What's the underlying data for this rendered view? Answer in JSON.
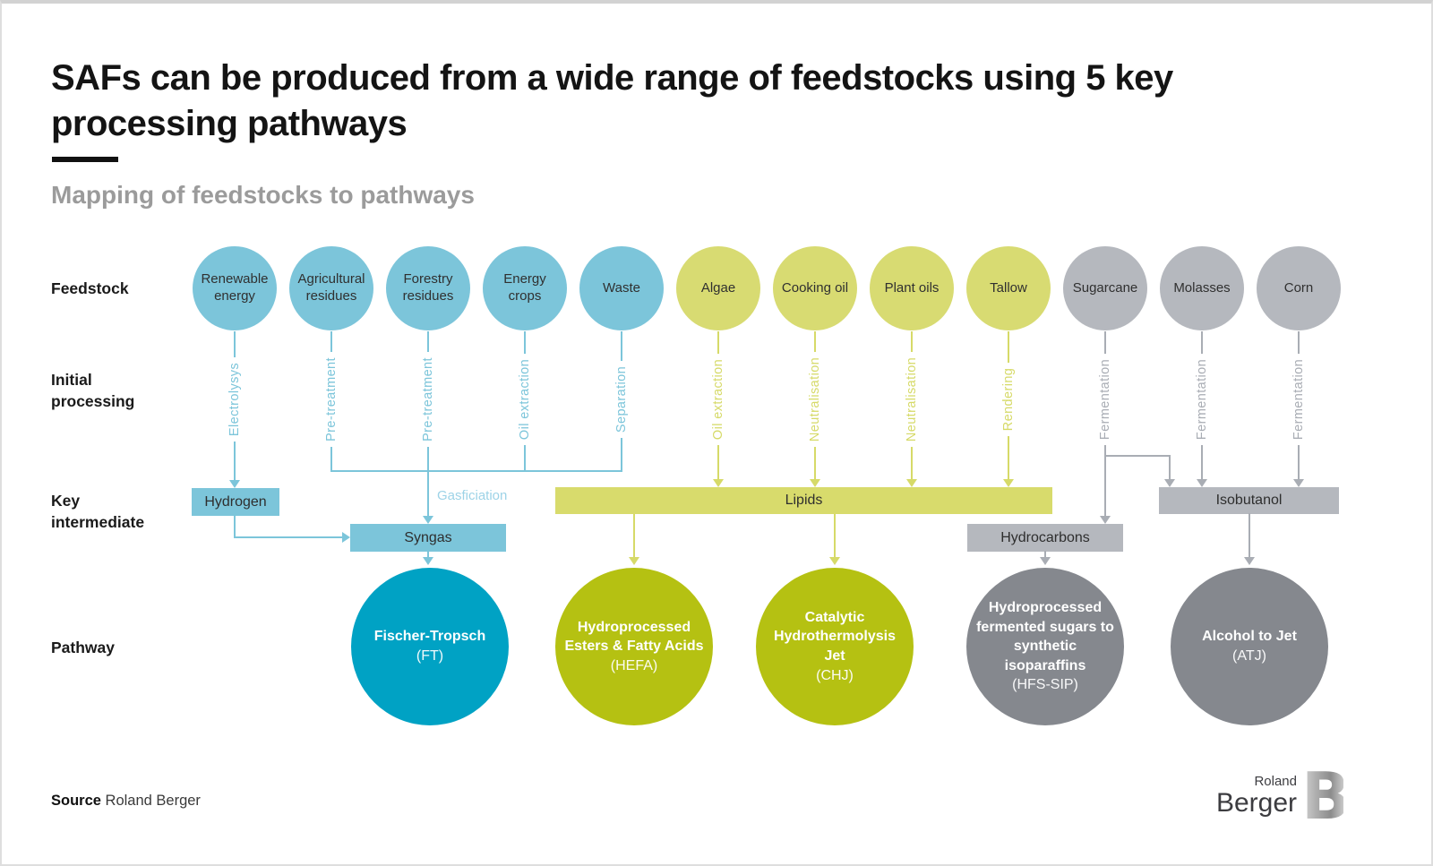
{
  "title": "SAFs can be produced from a wide range of feedstocks using 5 key processing pathways",
  "subtitle": "Mapping of feedstocks to pathways",
  "rows": {
    "feedstock": "Feedstock",
    "initial_processing": "Initial processing",
    "key_intermediate": "Key intermediate",
    "pathway": "Pathway"
  },
  "feedstocks": [
    {
      "label": "Renewable energy",
      "process": "Electrolysys",
      "group": "blue"
    },
    {
      "label": "Agricultural residues",
      "process": "Pre-treatment",
      "group": "blue"
    },
    {
      "label": "Forestry residues",
      "process": "Pre-treatment",
      "group": "blue"
    },
    {
      "label": "Energy crops",
      "process": "Oil extraction",
      "group": "blue"
    },
    {
      "label": "Waste",
      "process": "Separation",
      "group": "blue"
    },
    {
      "label": "Algae",
      "process": "Oil extraction",
      "group": "yellow"
    },
    {
      "label": "Cooking oil",
      "process": "Neutralisation",
      "group": "yellow"
    },
    {
      "label": "Plant oils",
      "process": "Neutralisation",
      "group": "yellow"
    },
    {
      "label": "Tallow",
      "process": "Rendering",
      "group": "yellow"
    },
    {
      "label": "Sugarcane",
      "process": "Fermentation",
      "group": "gray"
    },
    {
      "label": "Molasses",
      "process": "Fermentation",
      "group": "gray"
    },
    {
      "label": "Corn",
      "process": "Fermentation",
      "group": "gray"
    }
  ],
  "intermediates": {
    "hydrogen": "Hydrogen",
    "syngas": "Syngas",
    "gasification_label": "Gasficiation",
    "lipids": "Lipids",
    "hydrocarbons": "Hydrocarbons",
    "isobutanol": "Isobutanol"
  },
  "pathways": [
    {
      "name": "Fischer-Tropsch",
      "abbr": "(FT)"
    },
    {
      "name": "Hydroprocessed Esters & Fatty Acids",
      "abbr": "(HEFA)"
    },
    {
      "name": "Catalytic Hydrothermolysis Jet",
      "abbr": "(CHJ)"
    },
    {
      "name": "Hydroprocessed fermented sugars to synthetic isoparaffins",
      "abbr": "(HFS-SIP)"
    },
    {
      "name": "Alcohol to Jet",
      "abbr": "(ATJ)"
    }
  ],
  "source": {
    "label": "Source",
    "value": "Roland Berger"
  },
  "logo": {
    "line1": "Roland",
    "line2": "Berger",
    "mark": "B"
  },
  "colors": {
    "feedstock_blue": "#7cc5da",
    "feedstock_yellow": "#d8db72",
    "feedstock_gray": "#b5b8be",
    "line_yellow": "#d6da68",
    "line_gray": "#a9adb4",
    "bar_yellow": "#d8db6c",
    "pathway_teal": "#00a2c4",
    "pathway_olive": "#b5c112",
    "pathway_dark_gray": "#85888e",
    "gasification_text_blue": "#9dd3e7"
  }
}
